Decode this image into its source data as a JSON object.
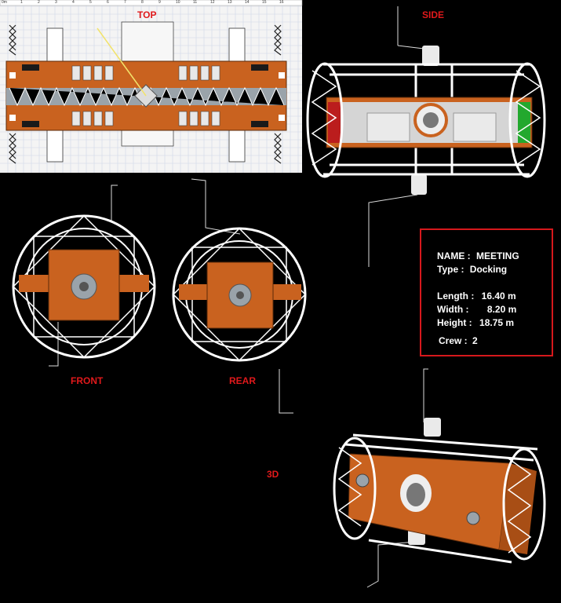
{
  "labels": {
    "top": "TOP",
    "side": "SIDE",
    "front": "FRONT",
    "rear": "REAR",
    "three_d": "3D"
  },
  "ruler": {
    "ticks": [
      "0m",
      "1",
      "2",
      "3",
      "4",
      "5",
      "6",
      "7",
      "8",
      "9",
      "10",
      "11",
      "12",
      "13",
      "14",
      "15",
      "16"
    ]
  },
  "info": {
    "name_label": "NAME :",
    "name_value": "MEETING",
    "type_label": "Type :",
    "type_value": "Docking",
    "length_label": "Length :",
    "length_value": "16.40 m",
    "width_label": "Width :",
    "width_value": "8.20 m",
    "height_label": "Height :",
    "height_value": "18.75 m",
    "crew_label": "Crew :",
    "crew_value": "2"
  },
  "colors": {
    "hull": "#c9621f",
    "accent_red": "#e0191b",
    "frame": "#ffffff"
  }
}
